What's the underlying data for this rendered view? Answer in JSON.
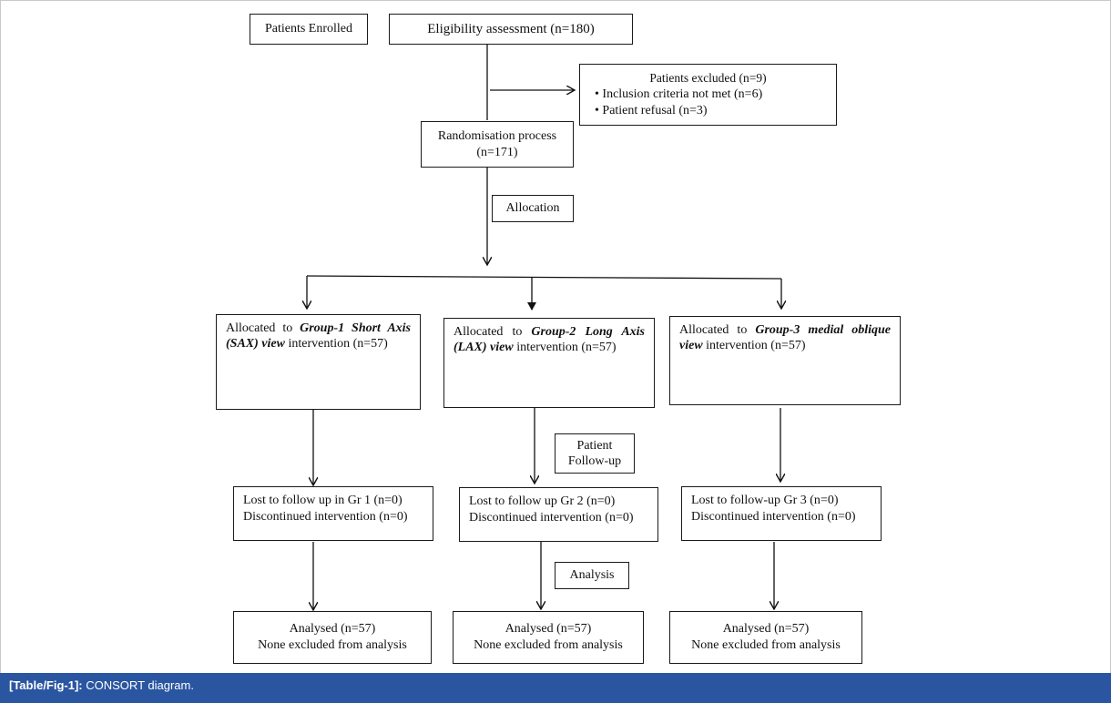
{
  "diagram": {
    "enrolled": "Patients Enrolled",
    "eligibility": "Eligibility assessment (n=180)",
    "excluded": {
      "title": "Patients excluded (n=9)",
      "items": [
        "• Inclusion criteria not met (n=6)",
        "• Patient refusal (n=3)"
      ]
    },
    "randomisation": [
      "Randomisation process",
      "(n=171)"
    ],
    "allocation": "Allocation",
    "follow_up_label": [
      "Patient",
      "Follow-up"
    ],
    "analysis_label": "Analysis",
    "groups": [
      {
        "alloc_pre": "Allocated to ",
        "alloc_bold": "Group-1 Short Axis (SAX) view",
        "alloc_post": " intervention (n=57)",
        "lost": "Lost to follow up in Gr 1 (n=0)",
        "discontinued": "Discontinued intervention (n=0)",
        "analysed": "Analysed (n=57)",
        "none_excluded": "None excluded from analysis"
      },
      {
        "alloc_pre": "Allocated to ",
        "alloc_bold": "Group-2 Long Axis (LAX) view",
        "alloc_post": " intervention (n=57)",
        "lost": "Lost to follow up Gr 2 (n=0)",
        "discontinued": "Discontinued intervention (n=0)",
        "analysed": "Analysed (n=57)",
        "none_excluded": "None excluded from analysis"
      },
      {
        "alloc_pre": "Allocated to ",
        "alloc_bold": "Group-3 medial oblique view",
        "alloc_post": " intervention (n=57)",
        "lost": "Lost to follow-up Gr 3 (n=0)",
        "discontinued": "Discontinued intervention (n=0)",
        "analysed": "Analysed (n=57)",
        "none_excluded": "None excluded from analysis"
      }
    ]
  },
  "caption": {
    "label": "[Table/Fig-1]:",
    "text": " CONSORT diagram."
  }
}
